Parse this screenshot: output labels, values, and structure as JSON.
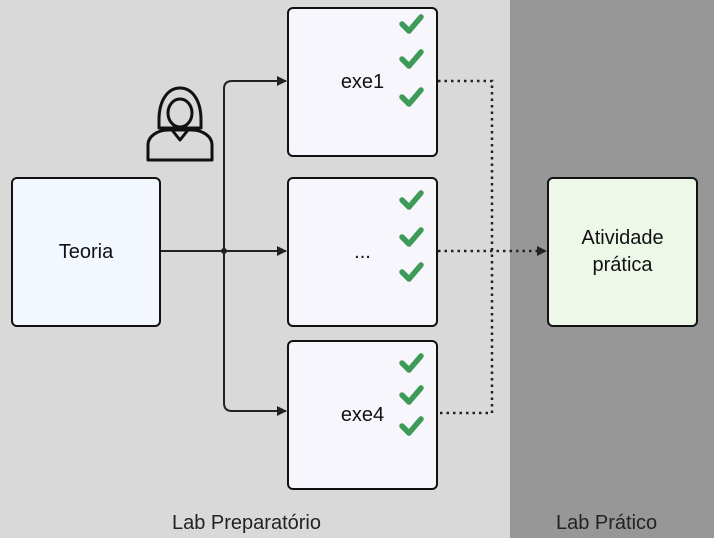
{
  "panels": {
    "left_label": "Lab Preparatório",
    "right_label": "Lab Prático"
  },
  "nodes": {
    "theory": "Teoria",
    "exercise_top": "exe1",
    "exercise_middle": "...",
    "exercise_bottom": "exe4",
    "practice": "Atividade\nprática"
  },
  "icons": {
    "person": "person-icon",
    "check": "checkmark-icon"
  },
  "colors": {
    "left_panel": "#d9d9d9",
    "right_panel": "#979797",
    "check": "#3d9a57",
    "theory_fill": "#f3f7ff",
    "exercise_fill": "#f6f6fc",
    "practice_fill": "#eef8e8"
  }
}
